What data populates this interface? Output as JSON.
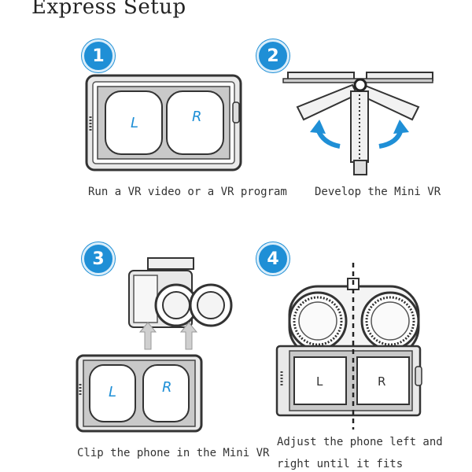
{
  "title": "Express Setup",
  "steps": [
    {
      "number": "1",
      "caption": "Run a VR video or a VR program",
      "left_label": "L",
      "right_label": "R"
    },
    {
      "number": "2",
      "caption": "Develop the Mini VR"
    },
    {
      "number": "3",
      "caption": "Clip the phone in the Mini VR",
      "left_label": "L",
      "right_label": "R"
    },
    {
      "number": "4",
      "caption_line1": "Adjust the phone left and",
      "caption_line2": "right until it fits",
      "left_label": "L",
      "right_label": "R"
    }
  ],
  "colors": {
    "accent": "#1f8fd6"
  }
}
